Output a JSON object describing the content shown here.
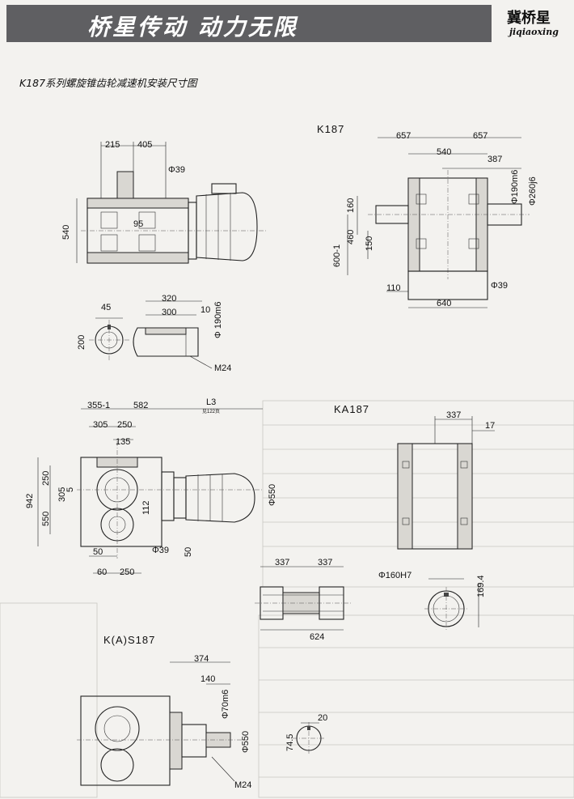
{
  "banner": {
    "title": "桥星传动  动力无限"
  },
  "brand": {
    "name_cn": "冀桥星",
    "name_en": "jiqiaoxing"
  },
  "document": {
    "title": "K187系列螺旋锥齿轮减速机安装尺寸图"
  },
  "views": {
    "k187": {
      "label": "K187",
      "dims": {
        "d215": "215",
        "d405": "405",
        "phi39_a": "Φ39",
        "d540": "540",
        "d95": "95",
        "d657a": "657",
        "d657b": "657",
        "d540b": "540",
        "d387": "387",
        "phi190m6": "Φ190m6",
        "phi260j6": "Φ260j6",
        "d160": "160",
        "d460": "460",
        "d600": "600-1",
        "d150": "150",
        "d110": "110",
        "d640": "640",
        "phi39_b": "Φ39",
        "d45": "45",
        "d320": "320",
        "d300": "300",
        "d10": "10",
        "phi190m6_b": "Φ 190m6",
        "d200": "200",
        "m24": "M24"
      }
    },
    "ka187": {
      "label": "KA187",
      "dims": {
        "d355": "355-1",
        "d582": "582",
        "l3": "L3",
        "l3_note": "见122页",
        "d305": "305",
        "d250a": "250",
        "d135": "135",
        "d250b": "250",
        "d5": "5",
        "d942": "942",
        "d305b": "305",
        "d550": "550",
        "d112": "112",
        "phi550": "Φ550",
        "d50a": "50",
        "phi39": "Φ39",
        "d50b": "50",
        "d60": "60",
        "d250c": "250",
        "d337": "337",
        "d17": "17",
        "d337a": "337",
        "d337b": "337",
        "d624": "624",
        "phi160h7": "Φ160H7",
        "d169": "169.4"
      }
    },
    "kas187": {
      "label": "K(A)S187",
      "dims": {
        "d374": "374",
        "d140": "140",
        "phi70m6": "Φ70m6",
        "phi550": "Φ550",
        "m24": "M24",
        "d20": "20",
        "d745": "74.5"
      }
    }
  }
}
